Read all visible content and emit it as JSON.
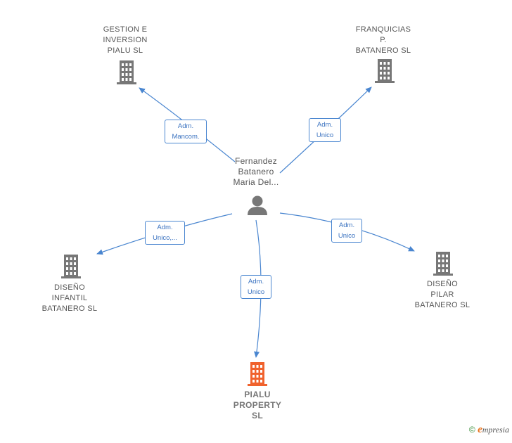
{
  "person": {
    "name": "Fernandez\nBatanero\nMaria Del...",
    "icon": "person-icon"
  },
  "companies": [
    {
      "id": "gestion",
      "name": "GESTION E\nINVERSION\nPIALU SL",
      "icon": "building-icon",
      "color": "#777777"
    },
    {
      "id": "franquicias",
      "name": "FRANQUICIAS\nP.\nBATANERO SL",
      "icon": "building-icon",
      "color": "#777777"
    },
    {
      "id": "infantil",
      "name": "DISEÑO\nINFANTIL\nBATANERO SL",
      "icon": "building-icon",
      "color": "#777777"
    },
    {
      "id": "pilar",
      "name": "DISEÑO\nPILAR\nBATANERO  SL",
      "icon": "building-icon",
      "color": "#777777"
    },
    {
      "id": "pialu",
      "name": "PIALU\nPROPERTY\nSL",
      "icon": "building-icon",
      "color": "#f0622d"
    }
  ],
  "relations": [
    {
      "to": "gestion",
      "label": "Adm.\nMancom."
    },
    {
      "to": "franquicias",
      "label": "Adm.\nUnico"
    },
    {
      "to": "infantil",
      "label": "Adm.\nUnico,..."
    },
    {
      "to": "pilar",
      "label": "Adm.\nUnico"
    },
    {
      "to": "pialu",
      "label": "Adm.\nUnico"
    }
  ],
  "edge_color": "#4a86d0",
  "footer": {
    "copyright": "©",
    "brand_initial": "e",
    "brand_rest": "mpresia"
  }
}
